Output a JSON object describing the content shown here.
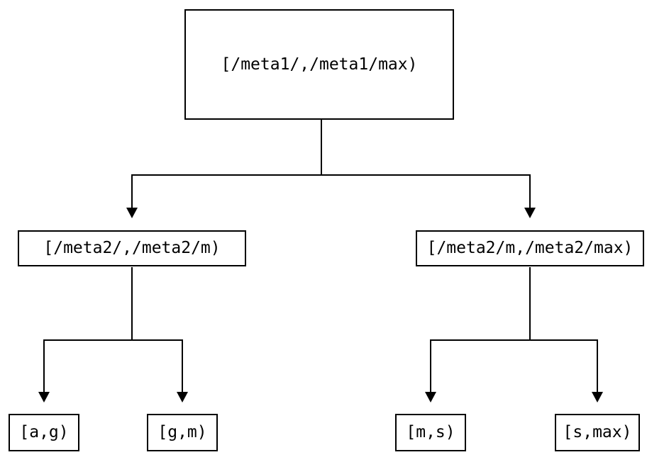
{
  "colors": {
    "background": "#ffffff",
    "line": "#000000",
    "node_border": "#000000",
    "node_background": "#ffffff",
    "text": "#000000"
  },
  "tree": {
    "root": {
      "label": "[/meta1/,/meta1/max)",
      "children": [
        {
          "label": "[/meta2/,/meta2/m)",
          "children": [
            {
              "label": "[a,g)"
            },
            {
              "label": "[g,m)"
            }
          ]
        },
        {
          "label": "[/meta2/m,/meta2/max)",
          "children": [
            {
              "label": "[m,s)"
            },
            {
              "label": "[s,max)"
            }
          ]
        }
      ]
    }
  }
}
